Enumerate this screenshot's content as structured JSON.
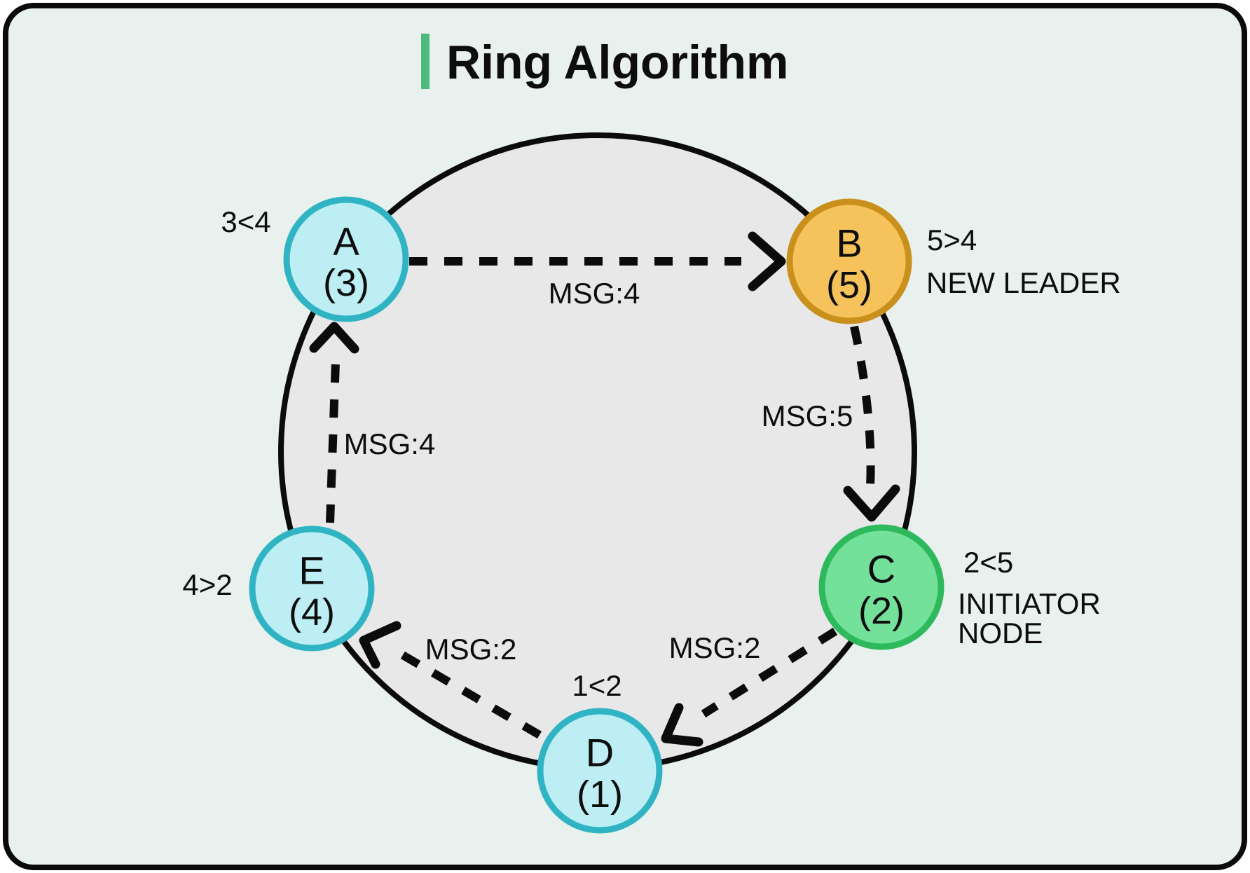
{
  "title": {
    "text": "Ring Algorithm",
    "accent_bar_color": "#4cb97d"
  },
  "background": {
    "page": "#ffffff",
    "canvas": "#e8f1ed",
    "border": "#0b0b0b"
  },
  "ring": {
    "fill": "#e8e8e8",
    "stroke": "#0b0b0b"
  },
  "nodes": [
    {
      "id": "A",
      "letter": "A",
      "value": "(3)",
      "annotation": "3<4",
      "fill": "#bceef4",
      "border": "#30b4c3"
    },
    {
      "id": "B",
      "letter": "B",
      "value": "(5)",
      "annotation": "5>4",
      "role_lines": [
        "NEW LEADER"
      ],
      "fill": "#f6c25b",
      "border": "#c9901c"
    },
    {
      "id": "C",
      "letter": "C",
      "value": "(2)",
      "annotation": "2<5",
      "role_lines": [
        "INITIATOR",
        "NODE"
      ],
      "fill": "#74e19b",
      "border": "#2eb95d"
    },
    {
      "id": "D",
      "letter": "D",
      "value": "(1)",
      "annotation": "1<2",
      "fill": "#bceef4",
      "border": "#30b4c3"
    },
    {
      "id": "E",
      "letter": "E",
      "value": "(4)",
      "annotation": "4>2",
      "fill": "#bceef4",
      "border": "#30b4c3"
    }
  ],
  "messages": [
    {
      "from": "A",
      "to": "B",
      "label": "MSG:4"
    },
    {
      "from": "B",
      "to": "C",
      "label": "MSG:5"
    },
    {
      "from": "C",
      "to": "D",
      "label": "MSG:2"
    },
    {
      "from": "D",
      "to": "E",
      "label": "MSG:2"
    },
    {
      "from": "E",
      "to": "A",
      "label": "MSG:4"
    }
  ]
}
